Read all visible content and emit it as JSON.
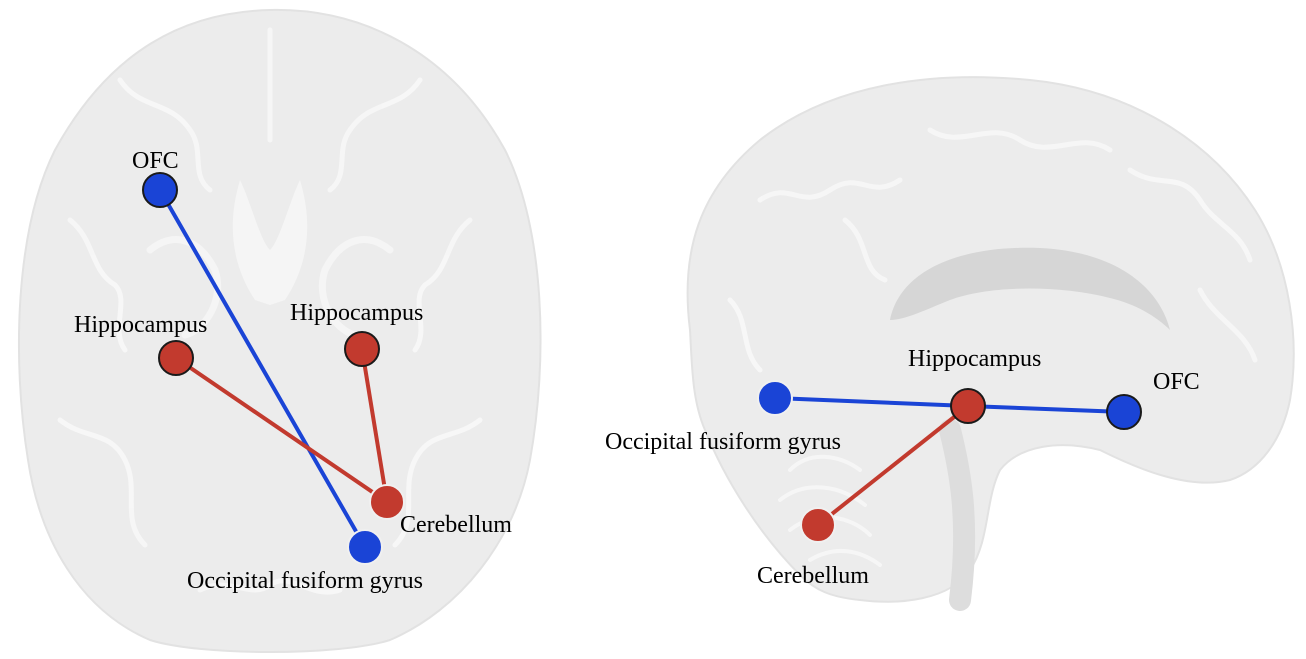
{
  "colors": {
    "blue": "#1a44d6",
    "red": "#c23a2e",
    "node_outline": "#1a1a1a",
    "brain_fill": "#ececec",
    "brain_detail": "#f7f7f7"
  },
  "axial_view": {
    "labels": {
      "ofc": "OFC",
      "hippocampus_left": "Hippocampus",
      "hippocampus_right": "Hippocampus",
      "cerebellum": "Cerebellum",
      "occipital": "Occipital fusiform gyrus"
    },
    "connections": [
      {
        "from": "ofc",
        "to": "occipital",
        "color": "blue"
      },
      {
        "from": "hippocampus_left",
        "to": "cerebellum",
        "color": "red"
      },
      {
        "from": "hippocampus_right",
        "to": "cerebellum",
        "color": "red"
      }
    ]
  },
  "sagittal_view": {
    "labels": {
      "occipital": "Occipital fusiform gyrus",
      "hippocampus": "Hippocampus",
      "ofc": "OFC",
      "cerebellum": "Cerebellum"
    },
    "connections": [
      {
        "from": "occipital",
        "to": "hippocampus",
        "color": "blue"
      },
      {
        "from": "hippocampus",
        "to": "ofc",
        "color": "blue"
      },
      {
        "from": "hippocampus",
        "to": "cerebellum",
        "color": "red"
      }
    ]
  }
}
